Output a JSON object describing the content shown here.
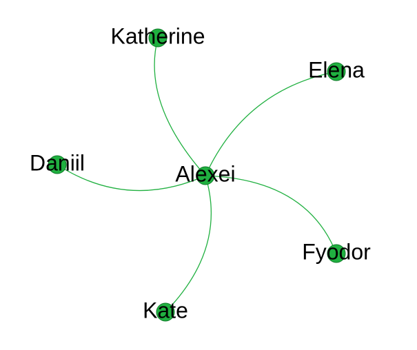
{
  "graph": {
    "type": "network",
    "colors": {
      "node_fill": "#20B040",
      "node_stroke": "#0E7A28",
      "edge": "#20B040",
      "label": "#000000"
    },
    "center": "alexei",
    "nodes": [
      {
        "id": "katherine",
        "label": "Katherine"
      },
      {
        "id": "elena",
        "label": "Elena"
      },
      {
        "id": "daniil",
        "label": "Daniil"
      },
      {
        "id": "alexei",
        "label": "Alexei"
      },
      {
        "id": "fyodor",
        "label": "Fyodor"
      },
      {
        "id": "kate",
        "label": "Kate"
      }
    ],
    "edges": [
      {
        "source": "alexei",
        "target": "katherine"
      },
      {
        "source": "alexei",
        "target": "elena"
      },
      {
        "source": "alexei",
        "target": "daniil"
      },
      {
        "source": "alexei",
        "target": "fyodor"
      },
      {
        "source": "alexei",
        "target": "kate"
      }
    ]
  }
}
